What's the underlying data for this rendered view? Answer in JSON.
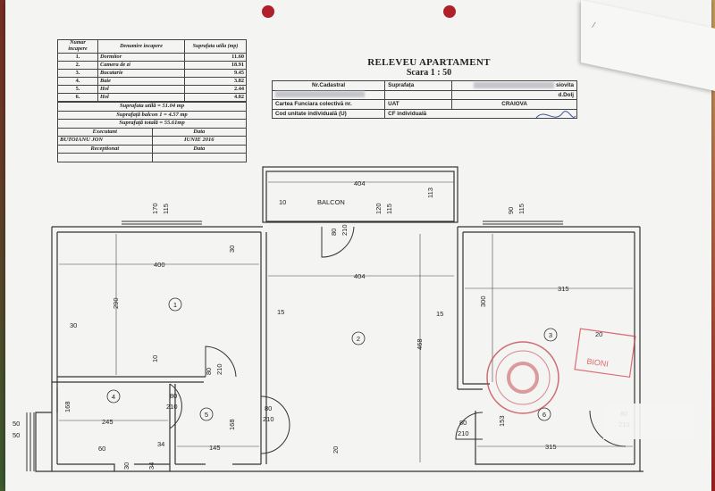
{
  "colors": {
    "paper": "#f4f4f2",
    "ink": "#222222",
    "stamp": "#d0303a",
    "seal": "#c0404a"
  },
  "rooms_table": {
    "headers": {
      "num": "Numar incapere",
      "name": "Denumire incapere",
      "area": "Suprafata utila (mp)"
    },
    "rows": [
      {
        "num": "1.",
        "name": "Dormitor",
        "area": "11.60"
      },
      {
        "num": "2.",
        "name": "Camera de zi",
        "area": "18.91"
      },
      {
        "num": "3.",
        "name": "Bucatarie",
        "area": "9.45"
      },
      {
        "num": "4.",
        "name": "Baie",
        "area": "3.82"
      },
      {
        "num": "5.",
        "name": "Hol",
        "area": "2.44"
      },
      {
        "num": "6.",
        "name": "Hol",
        "area": "4.82"
      }
    ],
    "totals": {
      "utila": "Suprafata utilă = 51.04 mp",
      "balcon": "Suprafață balcon 1 = 4.57 mp",
      "totala": "Suprafață totală = 55.61mp"
    },
    "executant_label": "Executant",
    "data_label": "Data",
    "executant_name": "BUTOIANU JON",
    "executant_date": "IUNIE 2016",
    "receptionat_label": "Receptionat",
    "data_label2": "Data"
  },
  "title": {
    "line1": "RELEVEU APARTAMENT",
    "line2": "Scara 1 : 50"
  },
  "cadastral": {
    "nr_cadastral": "Nr.Cadastral",
    "suprafata": "Suprafața",
    "locality": "siovita",
    "county": "d.Dolj",
    "cf_label": "Cartea Funciara colectivă nr.",
    "uat_label": "UAT",
    "uat_value": "CRAIOVA",
    "cod_label": "Cod unitate individuală (U)",
    "cf_ind": "CF individuală"
  },
  "plan": {
    "balcony_label": "BALCON",
    "room_numbers": [
      "1",
      "2",
      "3",
      "4",
      "5",
      "6"
    ],
    "dims": {
      "balcon_w": "404",
      "balcon_side": "10",
      "balcon_h": "113",
      "r1_w": "400",
      "r1_h": "290",
      "r1_wall": "30",
      "r1_wall_left": "30",
      "r1_gap": "10",
      "win1_a": "170",
      "win1_b": "115",
      "win3_a": "90",
      "win3_b": "115",
      "door_balc_a": "80",
      "door_balc_b": "210",
      "door_balc2_a": "120",
      "door_balc2_b": "115",
      "r2_w": "404",
      "r2_left": "15",
      "r2_right": "15",
      "r2_h": "468",
      "r2_bottom": "20",
      "r3_w": "315",
      "r3_h": "300",
      "r3_side": "20",
      "r3_bottom_w": "315",
      "r6_h": "153",
      "door1_a": "80",
      "door1_b": "210",
      "door4_a": "80",
      "door4_b": "210",
      "door5_a": "80",
      "door5_b": "210",
      "door6_a": "80",
      "door6_b": "210",
      "door_right_a": "80",
      "door_right_b": "210",
      "r4_w": "245",
      "r4_h": "168",
      "r4_a": "60",
      "r4_b": "34",
      "r4_c": "30",
      "r4_d": "34",
      "r5_w": "145",
      "r5_h": "168",
      "left_a": "50",
      "left_b": "50"
    }
  },
  "stamp_text": "BIONI"
}
